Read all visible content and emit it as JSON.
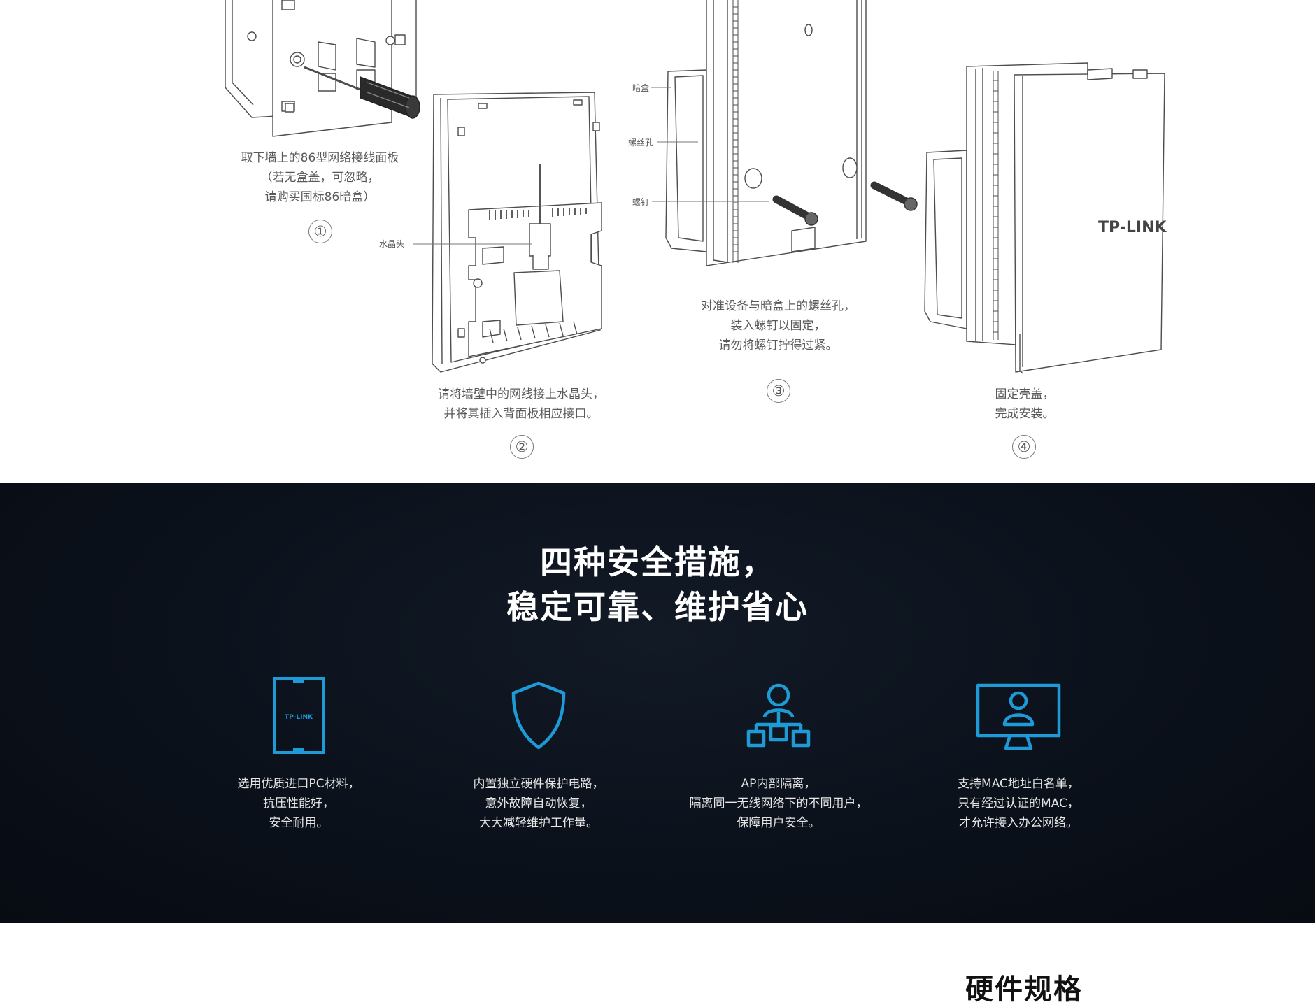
{
  "install": {
    "step1": {
      "number": "①",
      "caption": [
        "取下墙上的86型网络接线面板",
        "（若无盒盖，可忽略，",
        "请购买国标86暗盒）"
      ]
    },
    "step2": {
      "number": "②",
      "callout": "水晶头",
      "caption": [
        "请将墙壁中的网线接上水晶头，",
        "并将其插入背面板相应接口。"
      ]
    },
    "step3": {
      "number": "③",
      "callouts": [
        "暗盒",
        "螺丝孔",
        "螺钉"
      ],
      "caption": [
        "对准设备与暗盒上的螺丝孔，",
        "装入螺钉以固定，",
        "请勿将螺钉拧得过紧。"
      ]
    },
    "step4": {
      "number": "④",
      "logo": "TP-LINK",
      "caption": [
        "固定壳盖，",
        "完成安装。"
      ]
    }
  },
  "security": {
    "title": [
      "四种安全措施，",
      "稳定可靠、维护省心"
    ],
    "accent_color": "#1e9bd7",
    "features": [
      {
        "icon": "device-panel-icon",
        "logo": "TP-LINK",
        "text": [
          "选用优质进口PC材料，",
          "抗压性能好，",
          "安全耐用。"
        ]
      },
      {
        "icon": "shield-icon",
        "text": [
          "内置独立硬件保护电路，",
          "意外故障自动恢复，",
          "大大减轻维护工作量。"
        ]
      },
      {
        "icon": "network-hierarchy-icon",
        "text": [
          "AP内部隔离，",
          "隔离同一无线网络下的不同用户，",
          "保障用户安全。"
        ]
      },
      {
        "icon": "monitor-user-icon",
        "text": [
          "支持MAC地址白名单，",
          "只有经过认证的MAC，",
          "才允许接入办公网络。"
        ]
      }
    ]
  },
  "specs": {
    "title": "硬件规格"
  }
}
